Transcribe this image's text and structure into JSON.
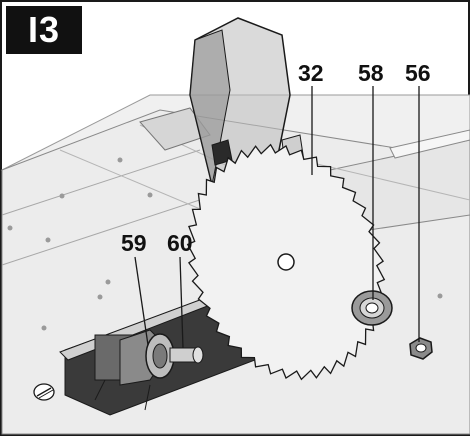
{
  "figure": {
    "badge_label": "I3",
    "callouts": {
      "saw_blade": "32",
      "flange_washer": "58",
      "nut": "56",
      "inner_flange": "59",
      "spindle": "60"
    }
  },
  "colors": {
    "badge_bg": "#111111",
    "badge_text": "#ffffff",
    "line_art": "#1a1a1a",
    "table_top": "#ececec",
    "blade_fill": "#f2f2f2",
    "dark_cavity": "#3a3a3a"
  }
}
